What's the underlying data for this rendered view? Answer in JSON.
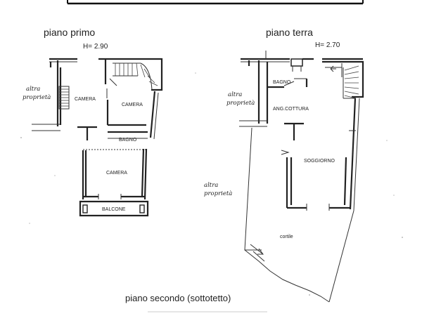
{
  "floors": {
    "first": {
      "title": "piano primo",
      "height": "H= 2.90"
    },
    "ground": {
      "title": "piano terra",
      "height": "H= 2.70"
    },
    "second": {
      "title": "piano secondo (sottotetto)"
    }
  },
  "rooms": {
    "camera_left": "CAMERA",
    "camera_right": "CAMERA",
    "bagno_first": "BAGNO",
    "camera_lower": "CAMERA",
    "balcone": "BALCONE",
    "bagno_ground": "BAGNO",
    "ang_cottura": "ANG.COTTURA",
    "soggiorno": "SOGGIORNO",
    "cortile": "cortile"
  },
  "notes": {
    "altra_1_line1": "altra",
    "altra_1_line2": "proprietà",
    "altra_2_line1": "altra",
    "altra_2_line2": "proprietà",
    "altra_3_line1": "altra",
    "altra_3_line2": "proprietà"
  }
}
